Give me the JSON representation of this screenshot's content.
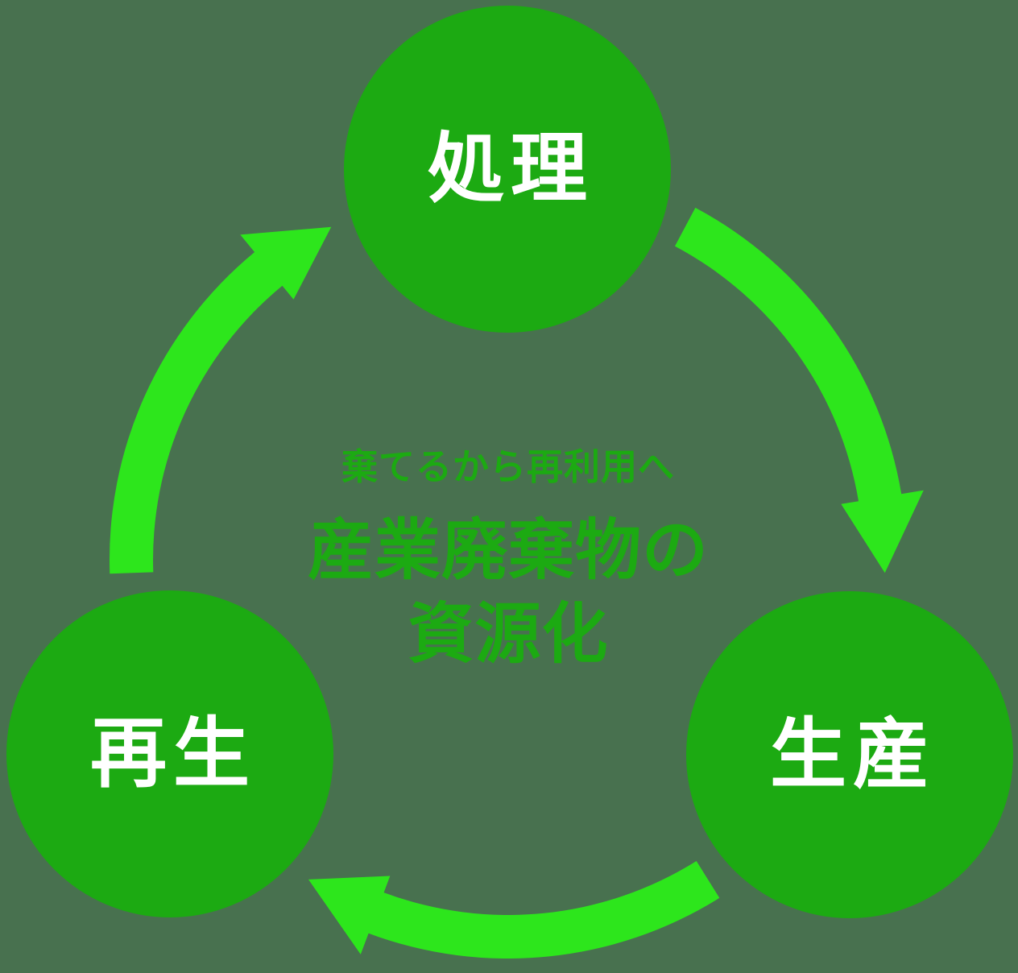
{
  "diagram": {
    "caption": "棄てるから再利用へ",
    "title_line1": "産業廃棄物の",
    "title_line2": "資源化",
    "nodes": [
      {
        "id": "processing",
        "label": "処理"
      },
      {
        "id": "production",
        "label": "生産"
      },
      {
        "id": "recycling",
        "label": "再生"
      }
    ],
    "arrows": [
      {
        "id": "processing-to-production",
        "from": "処理",
        "to": "生産"
      },
      {
        "id": "production-to-recycling",
        "from": "生産",
        "to": "再生"
      },
      {
        "id": "recycling-to-processing",
        "from": "再生",
        "to": "処理"
      }
    ],
    "colors": {
      "background": "#48714F",
      "node_fill": "#1CAA12",
      "node_label": "#FFFFFF",
      "arrow": "#2DE61C",
      "center_text": "#1CAA12"
    }
  }
}
